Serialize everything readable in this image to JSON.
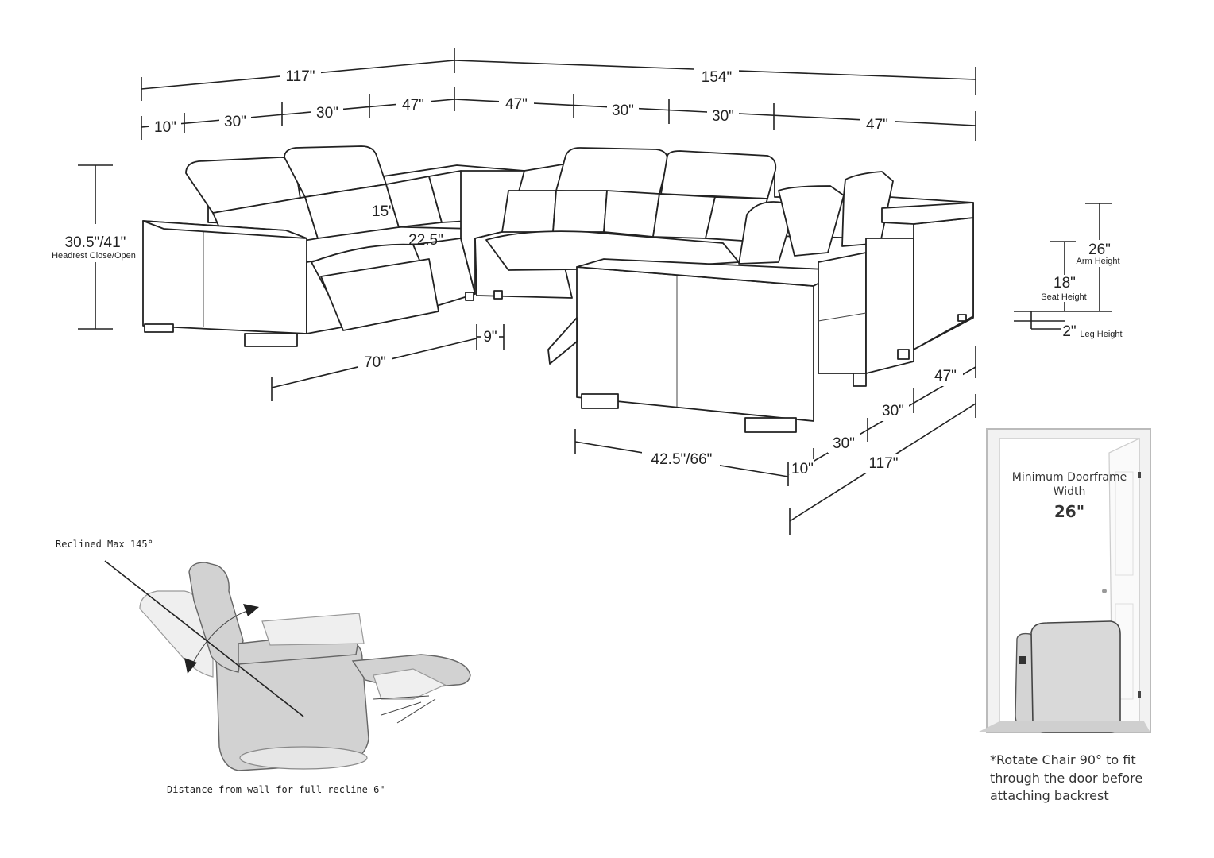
{
  "dimensions": {
    "top_total_left": "117\"",
    "top_total_right": "154\"",
    "seg_10": "10\"",
    "seg_30a": "30\"",
    "seg_30b": "30\"",
    "seg_47a": "47\"",
    "seg_47b": "47\"",
    "seg_30c": "30\"",
    "seg_30d": "30\"",
    "seg_47c": "47\"",
    "headrest_height": "30.5\"/41\"",
    "headrest_caption": "Headrest Close/Open",
    "headrest_tilt": "15\"",
    "corner_depth": "22.5\"",
    "front_depth": "70\"",
    "front_gap": "9\"",
    "chaise_length": "42.5\"/66\"",
    "right_10": "10\"",
    "right_30a": "30\"",
    "right_30b": "30\"",
    "right_47": "47\"",
    "right_total": "117\"",
    "arm_height": "26\"",
    "arm_caption": "Arm Height",
    "seat_height": "18\"",
    "seat_caption": "Seat Height",
    "leg_height": "2\"",
    "leg_caption": "Leg Height"
  },
  "recline": {
    "max_label": "Reclined Max 145°",
    "wall_label": "Distance from wall for full recline 6\""
  },
  "doorframe": {
    "title_line1": "Minimum Doorframe",
    "title_line2": "Width",
    "width_value": "26\"",
    "note_line1": "*Rotate Chair 90° to fit",
    "note_line2": "through the door before",
    "note_line3": "attaching backrest"
  }
}
